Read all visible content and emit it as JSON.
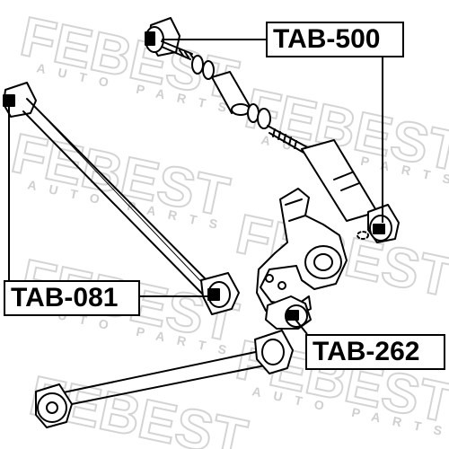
{
  "watermark": {
    "brand": "FEBEST",
    "tagline": "AUTO PARTS"
  },
  "callouts": [
    {
      "id": "tab-500",
      "label": "TAB-500"
    },
    {
      "id": "tab-081",
      "label": "TAB-081"
    },
    {
      "id": "tab-262",
      "label": "TAB-262"
    }
  ],
  "colors": {
    "ink": "#000000",
    "watermark": "#d9d9d9",
    "background": "#ffffff"
  }
}
